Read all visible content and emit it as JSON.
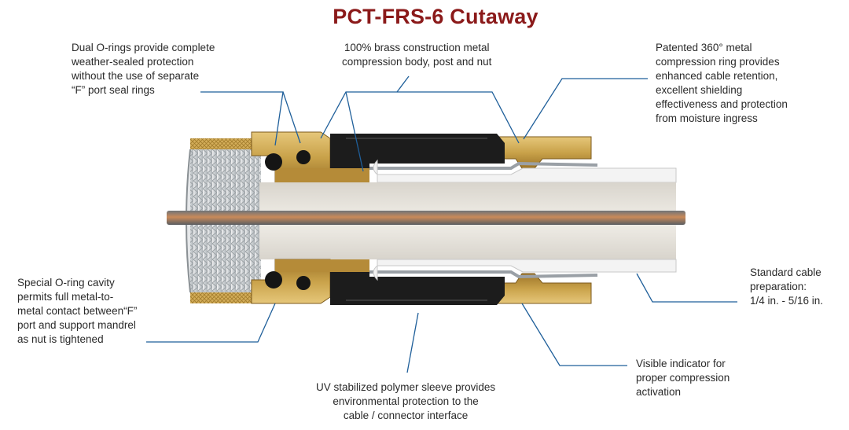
{
  "title": "PCT-FRS-6 Cutaway",
  "callouts": {
    "dual_orings": {
      "lines": [
        "Dual O-rings provide complete",
        "weather-sealed protection",
        "without the use of separate",
        "“F” port seal rings"
      ]
    },
    "brass_construction": {
      "lines": [
        "100% brass construction metal",
        "compression body, post and nut"
      ]
    },
    "compression_ring": {
      "lines": [
        "Patented 360° metal",
        "compression ring provides",
        "enhanced cable retention,",
        "excellent shielding",
        "effectiveness and protection",
        "from moisture ingress"
      ]
    },
    "oring_cavity": {
      "lines": [
        "Special O-ring cavity",
        "permits full metal-to-",
        "metal contact between“F”",
        "port and support mandrel",
        "as nut is tightened"
      ]
    },
    "cable_prep": {
      "lines": [
        "Standard cable",
        "preparation:",
        "1/4 in. - 5/16 in."
      ]
    },
    "visible_indicator": {
      "lines": [
        "Visible indicator for",
        "proper compression",
        "activation"
      ]
    },
    "uv_sleeve": {
      "lines": [
        "UV stabilized polymer sleeve provides",
        "environmental protection to the",
        "cable / connector interface"
      ]
    }
  },
  "colors": {
    "title": "#8b1a1a",
    "leader_line": "#1f5f9a",
    "brass": "#c9a24a",
    "brass_dark": "#8f6a22",
    "polymer": "#1c1c1c",
    "dielectric": "#e9e4dc",
    "conductor": "#b87a4b",
    "jacket": "#f4f4f4"
  }
}
